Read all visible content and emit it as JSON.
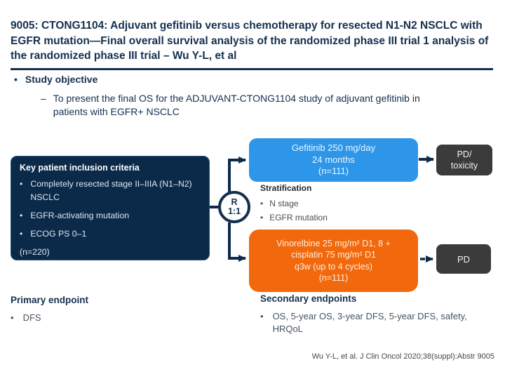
{
  "colors": {
    "navy": "#14304F",
    "box_navy": "#0B2A49",
    "arm_blue": "#2E96E9",
    "arm_orange": "#F2680C",
    "outcome_gray": "#3B3B3B"
  },
  "glyphs": {
    "bullet": "•",
    "dash": "–"
  },
  "title": "9005: CTONG1104: Adjuvant gefitinib versus chemotherapy for resected N1-N2 NSCLC with EGFR mutation—Final overall survival analysis of the randomized phase III trial 1 analysis of the randomized phase III trial – Wu Y-L, et al",
  "objective": {
    "heading": "Study objective",
    "text": "To present the final OS for the ADJUVANT-CTONG1104 study of adjuvant gefitinib in patients with EGFR+ NSCLC"
  },
  "inclusion": {
    "heading": "Key patient inclusion criteria",
    "bullets": [
      "Completely resected stage II–IIIA (N1–N2) NSCLC",
      "EGFR-activating mutation",
      "ECOG PS 0–1"
    ],
    "n_label": "(n=220)"
  },
  "randomization": {
    "letter": "R",
    "ratio": "1:1"
  },
  "stratification": {
    "heading": "Stratification",
    "bullets": [
      "N stage",
      "EGFR mutation"
    ]
  },
  "arm_gefitinib": {
    "lines": [
      "Gefitinib 250 mg/day",
      "24 months",
      "(n=111)"
    ]
  },
  "arm_chemo": {
    "lines": [
      "Vinorelbine 25 mg/m² D1, 8 +",
      "cisplatin 75 mg/m² D1",
      "q3w (up to 4 cycles)",
      "(n=111)"
    ]
  },
  "outcome_top": {
    "lines": [
      "PD/",
      "toxicity"
    ]
  },
  "outcome_bottom": {
    "label": "PD"
  },
  "endpoints": {
    "primary": {
      "heading": "Primary endpoint",
      "bullets": [
        "DFS"
      ]
    },
    "secondary": {
      "heading": "Secondary endpoints",
      "bullets": [
        "OS, 5-year OS, 3-year DFS, 5-year DFS, safety, HRQoL"
      ]
    }
  },
  "footer": "Wu Y-L, et al. J Clin Oncol 2020;38(suppl):Abstr 9005"
}
